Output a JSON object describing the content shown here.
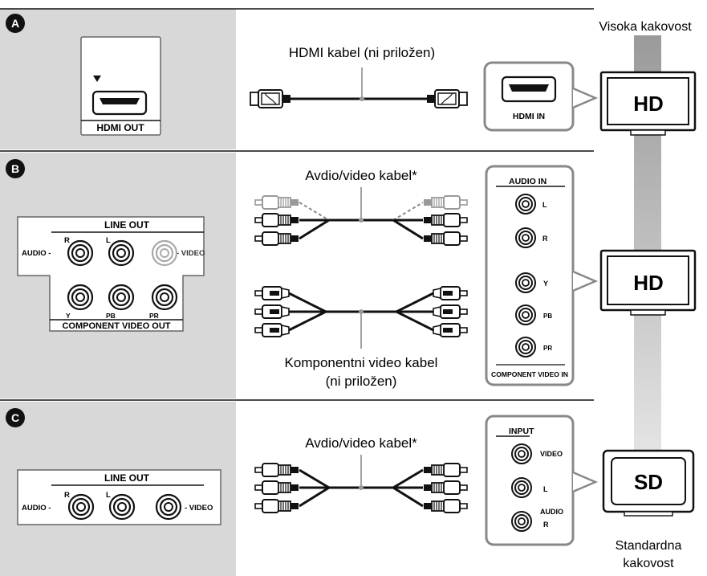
{
  "sections": [
    {
      "badge": "A",
      "cable_label": "HDMI kabel (ni priložen)"
    },
    {
      "badge": "B",
      "cable_label": "Avdio/video kabel*",
      "cable_label_2a": "Komponentni video kabel",
      "cable_label_2b": "(ni priložen)"
    },
    {
      "badge": "C",
      "cable_label": "Avdio/video kabel*"
    }
  ],
  "player_a": {
    "port_label": "HDMI OUT"
  },
  "player_b": {
    "group_label": "LINE OUT",
    "audio": "AUDIO -",
    "r": "R",
    "l": "L",
    "video": "- VIDEO",
    "y": "Y",
    "pb": "PB",
    "pr": "PR",
    "component_label": "COMPONENT VIDEO OUT"
  },
  "player_c": {
    "group_label": "LINE OUT",
    "audio": "AUDIO -",
    "r": "R",
    "l": "L",
    "video": "- VIDEO"
  },
  "tv_a": {
    "port_label": "HDMI IN",
    "screen": "HD"
  },
  "tv_b": {
    "audio_in": "AUDIO IN",
    "l": "L",
    "r": "R",
    "y": "Y",
    "pb": "PB",
    "pr": "PR",
    "component_in": "COMPONENT VIDEO IN",
    "screen": "HD"
  },
  "tv_c": {
    "input": "INPUT",
    "video": "VIDEO",
    "l": "L",
    "audio": "AUDIO",
    "r": "R",
    "screen": "SD"
  },
  "quality": {
    "top": "Visoka kakovost",
    "bottom_1": "Standardna",
    "bottom_2": "kakovost"
  }
}
